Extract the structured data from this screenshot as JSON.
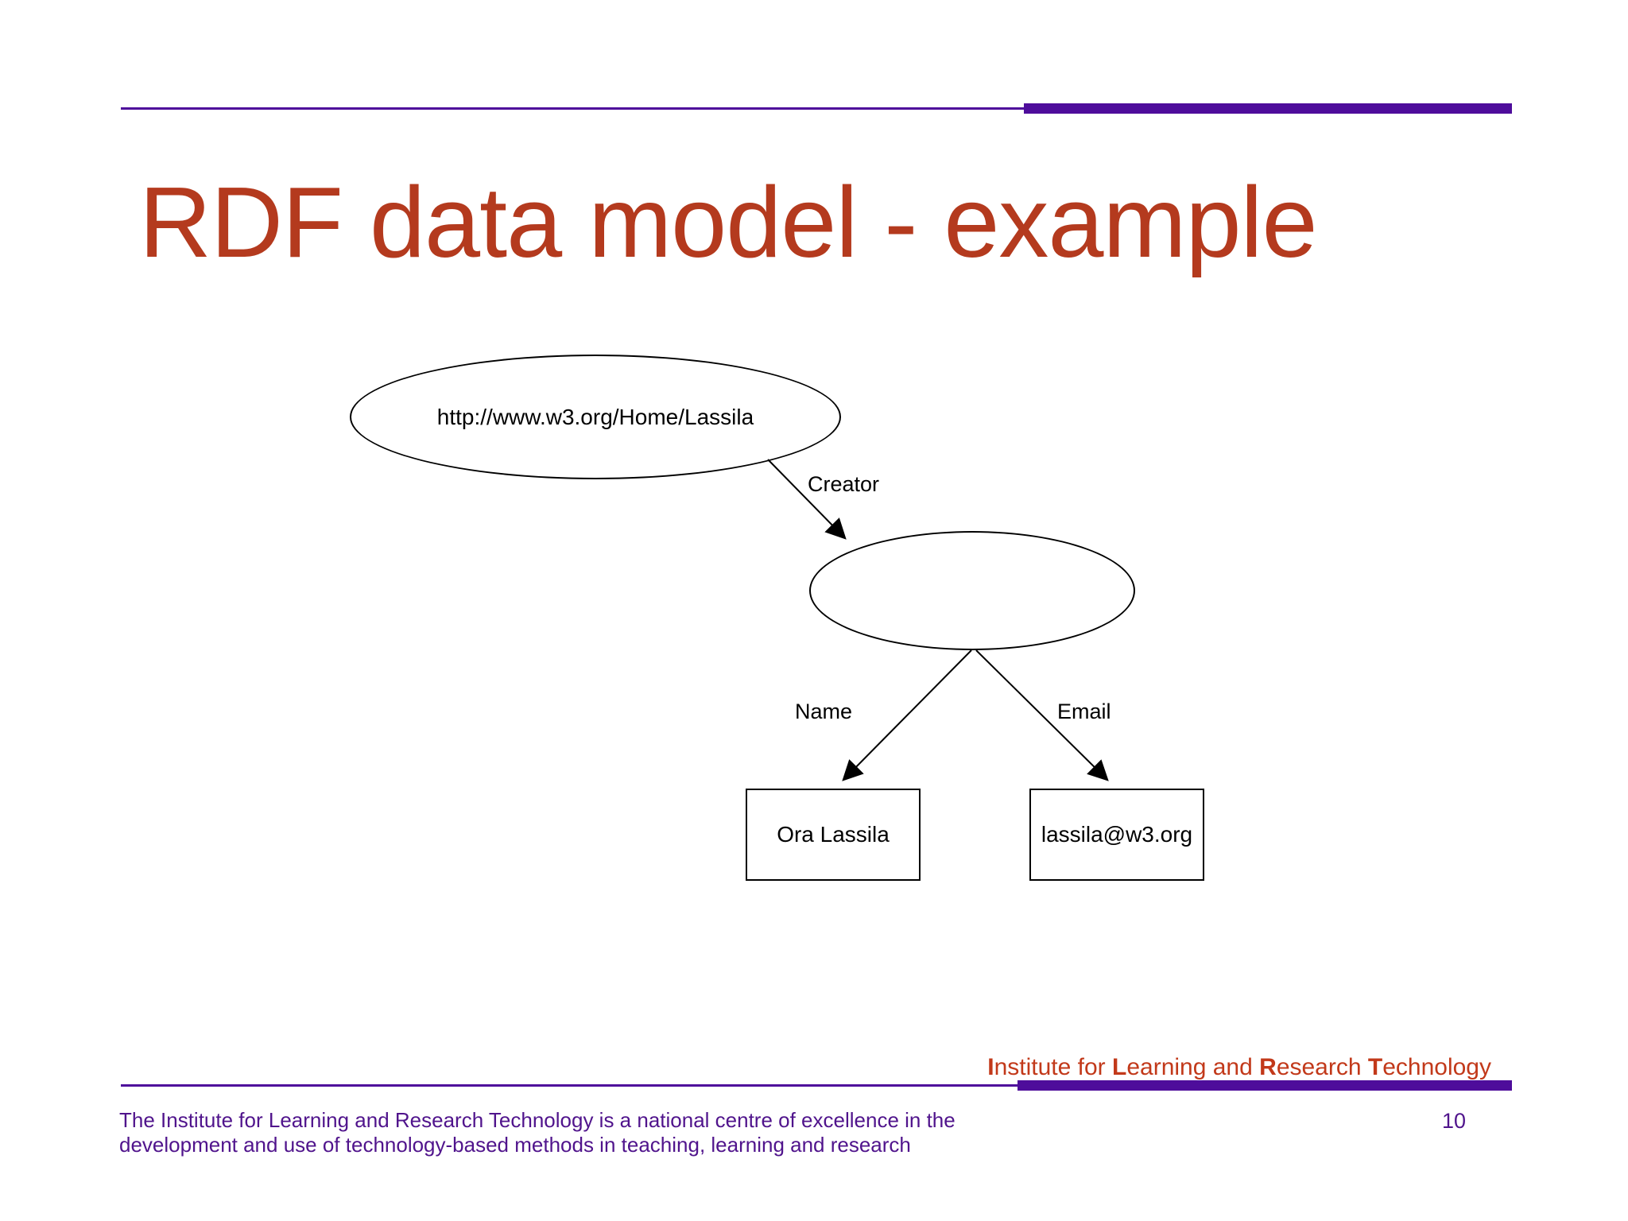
{
  "slide": {
    "title": "RDF data model - example",
    "page_number": "10"
  },
  "diagram": {
    "subject_uri": "http://www.w3.org/Home/Lassila",
    "creator_label": "Creator",
    "name_label": "Name",
    "email_label": "Email",
    "name_value": "Ora Lassila",
    "email_value": "lassila@w3.org"
  },
  "footer": {
    "institute_segments": [
      {
        "text": "I",
        "bold": true
      },
      {
        "text": "nstitute for ",
        "bold": false
      },
      {
        "text": "L",
        "bold": true
      },
      {
        "text": "earning and ",
        "bold": false
      },
      {
        "text": "R",
        "bold": true
      },
      {
        "text": "esearch ",
        "bold": false
      },
      {
        "text": "T",
        "bold": true
      },
      {
        "text": "echnology",
        "bold": false
      }
    ],
    "description_line1": "The Institute for Learning and Research Technology is a national centre of excellence in the",
    "description_line2": "development and use of technology-based methods in teaching, learning and research"
  },
  "colors": {
    "title_red": "#B43A1E",
    "institute_red": "#C2391A",
    "rule_purple": "#4E0D9B",
    "footer_purple": "#50148C",
    "diagram_ink": "#000000"
  }
}
